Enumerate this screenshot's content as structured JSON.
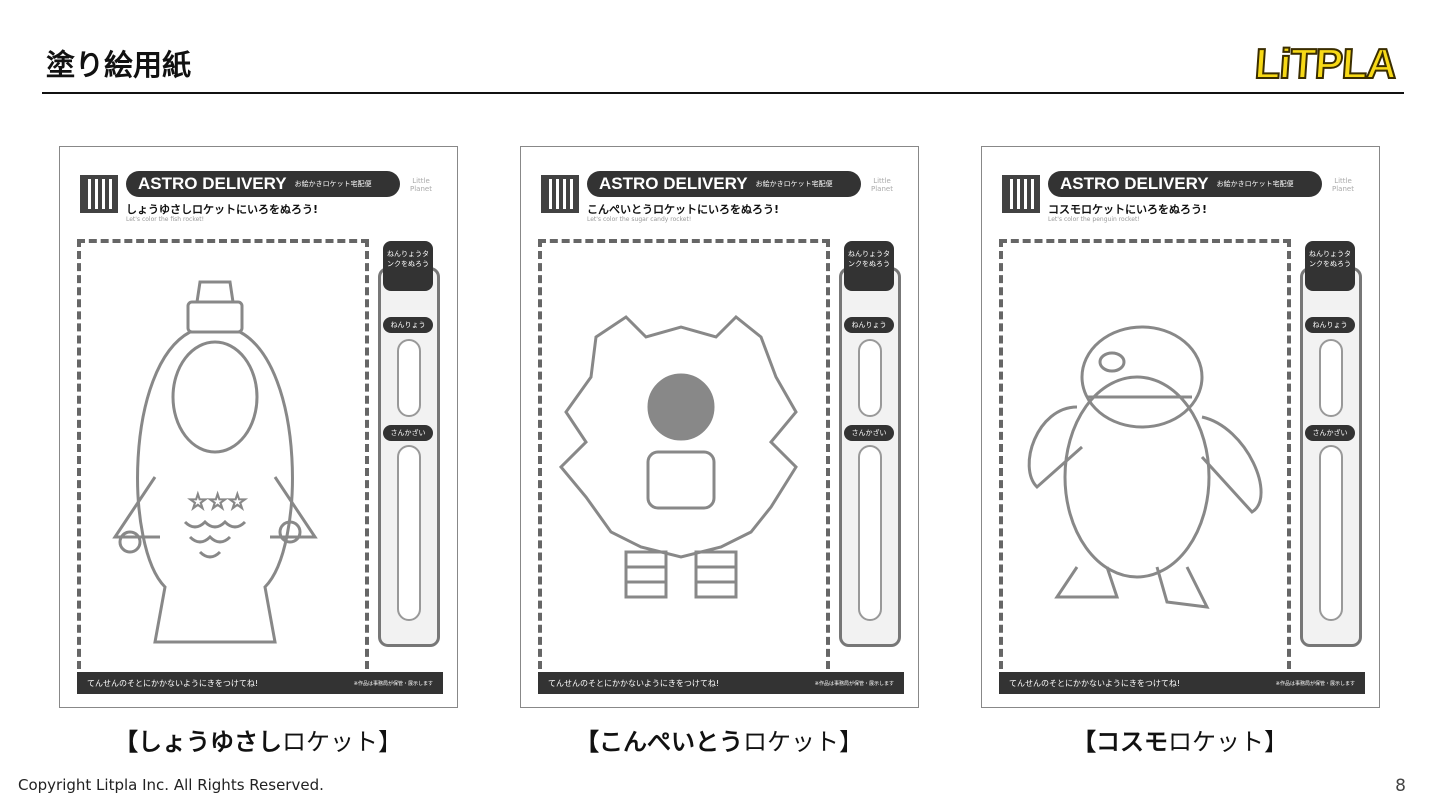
{
  "header": {
    "title": "塗り絵用紙",
    "logo": "LiTPLA"
  },
  "sheet_common": {
    "banner_title": "ASTRO DELIVERY",
    "banner_sub": "お絵かきロケット宅配便",
    "planet": "Little Planet",
    "tag_tank": "ねんりょうタンクをぬろう",
    "tag_fuel": "ねんりょう",
    "tag_oxidizer": "さんかざい",
    "footer_note": "てんせんのそとにかかないようにきをつけてね!",
    "footer_small": "※作品は事務局が保管・展示します"
  },
  "sheets": [
    {
      "subtitle": "しょうゆさしロケットにいろをぬろう!",
      "subtitle_en": "Let's color the fish rocket!",
      "label_bold": "【しょうゆさし",
      "label_normal": "ロケット】"
    },
    {
      "subtitle": "こんぺいとうロケットにいろをぬろう!",
      "subtitle_en": "Let's color the sugar candy rocket!",
      "label_bold": "【こんぺいとう",
      "label_normal": "ロケット】"
    },
    {
      "subtitle": "コスモロケットにいろをぬろう!",
      "subtitle_en": "Let's color the penguin rocket!",
      "label_bold": "【コスモ",
      "label_normal": "ロケット】"
    }
  ],
  "footer": {
    "copyright": "Copyright Litpla Inc. All Rights Reserved.",
    "page_number": "8"
  }
}
